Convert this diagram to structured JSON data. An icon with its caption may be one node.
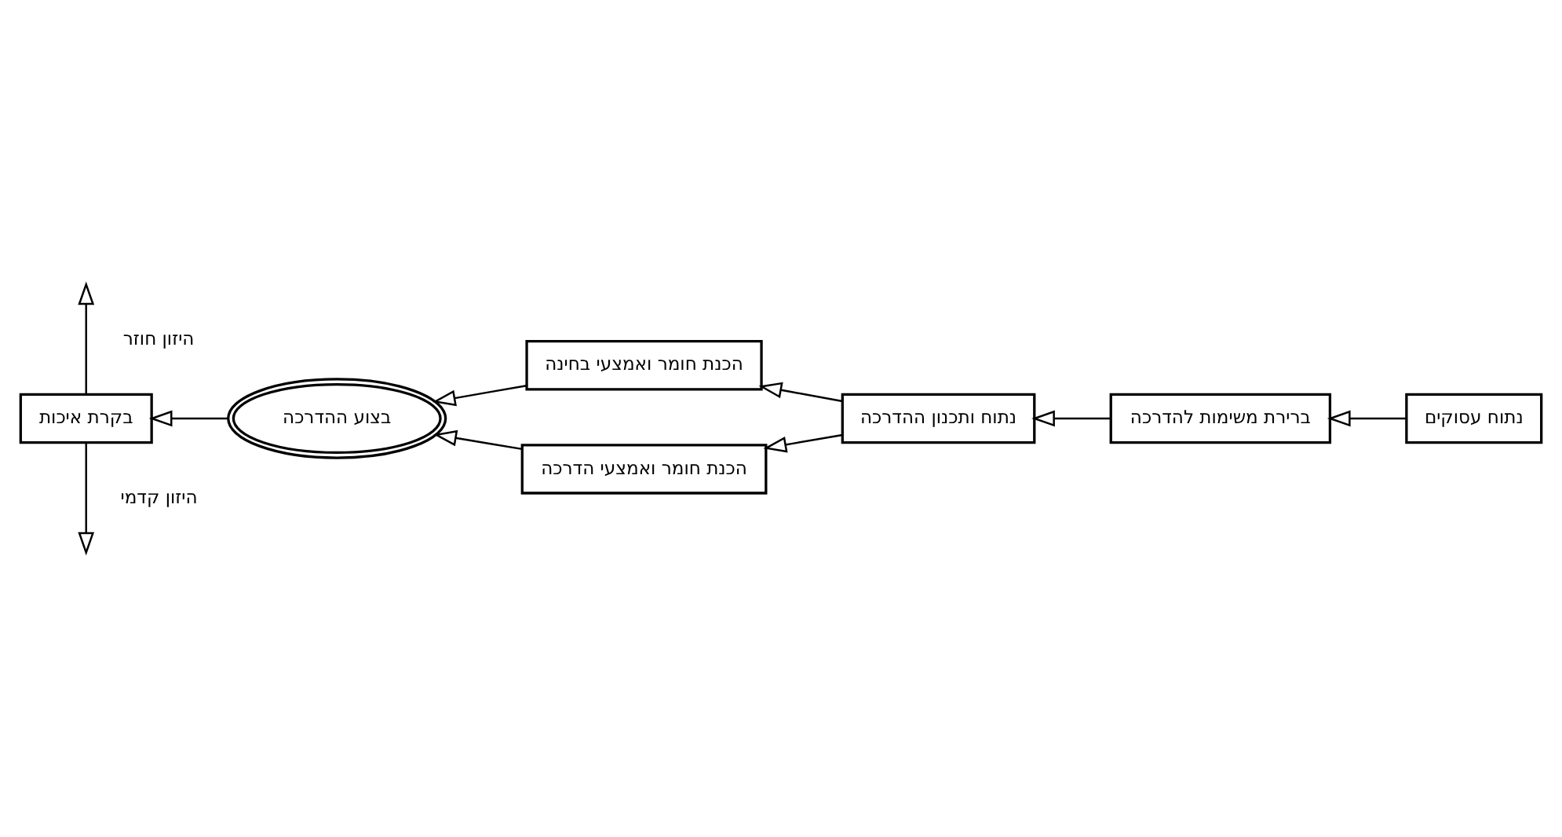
{
  "diagram": {
    "nodes": [
      {
        "text": [
          "הכנת חומר ואמצעי בחינה"
        ]
      },
      {
        "text": [
          "בצוע ההדרכה"
        ]
      },
      {
        "text": [
          "בקרת איכות"
        ]
      },
      {
        "text": [
          "נתוח ותכנון ההדרכה"
        ]
      },
      {
        "text": [
          "ברירת משימות להדרכה"
        ]
      },
      {
        "text": [
          "נתוח עסוקים"
        ]
      },
      {
        "text": [
          "הכנת חומר ואמצעי הדרכה"
        ]
      }
    ],
    "edges": [
      {
        "from": 5,
        "to": 4,
        "arrow": "to"
      },
      {
        "from": 4,
        "to": 3,
        "arrow": "to"
      },
      {
        "from": 3,
        "to": 0,
        "arrow": "to"
      },
      {
        "from": 3,
        "to": 6,
        "arrow": "to"
      },
      {
        "from": 0,
        "to": 1,
        "arrow": "to"
      },
      {
        "from": 6,
        "to": 1,
        "arrow": "to"
      },
      {
        "from": 1,
        "to": 2,
        "arrow": "to"
      },
      {
        "from": 2,
        "to": null,
        "arrow": "to",
        "label": "היזון חוזר"
      },
      {
        "from": 2,
        "to": null,
        "arrow": "to",
        "label": "היזון קדמי"
      }
    ]
  }
}
